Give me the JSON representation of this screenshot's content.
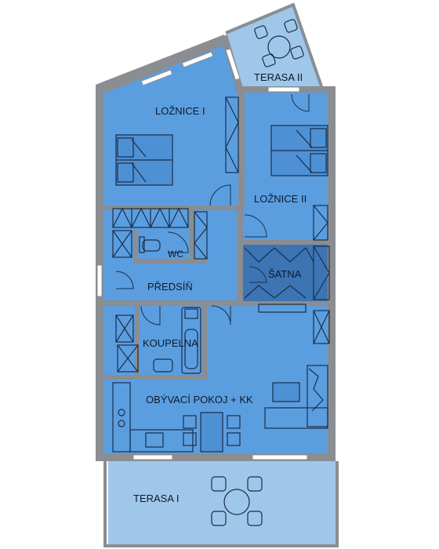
{
  "rooms": {
    "loznice1": "LOŽNICE I",
    "loznice2": "LOŽNICE II",
    "terasa2": "TERASA II",
    "wc": "WC",
    "satna": "ŠATNA",
    "predsin": "PŘEDSÍŇ",
    "koupelna": "KOUPELNA",
    "obyvaci": "OBÝVACÍ POKOJ + KK",
    "terasa1": "TERASA I"
  },
  "colors": {
    "interior": "#5b9ee0",
    "terrace": "#9fc7ea",
    "wardrobe": "#3c74b4",
    "wall": "#8a8d91",
    "line": "#1a2e48"
  }
}
